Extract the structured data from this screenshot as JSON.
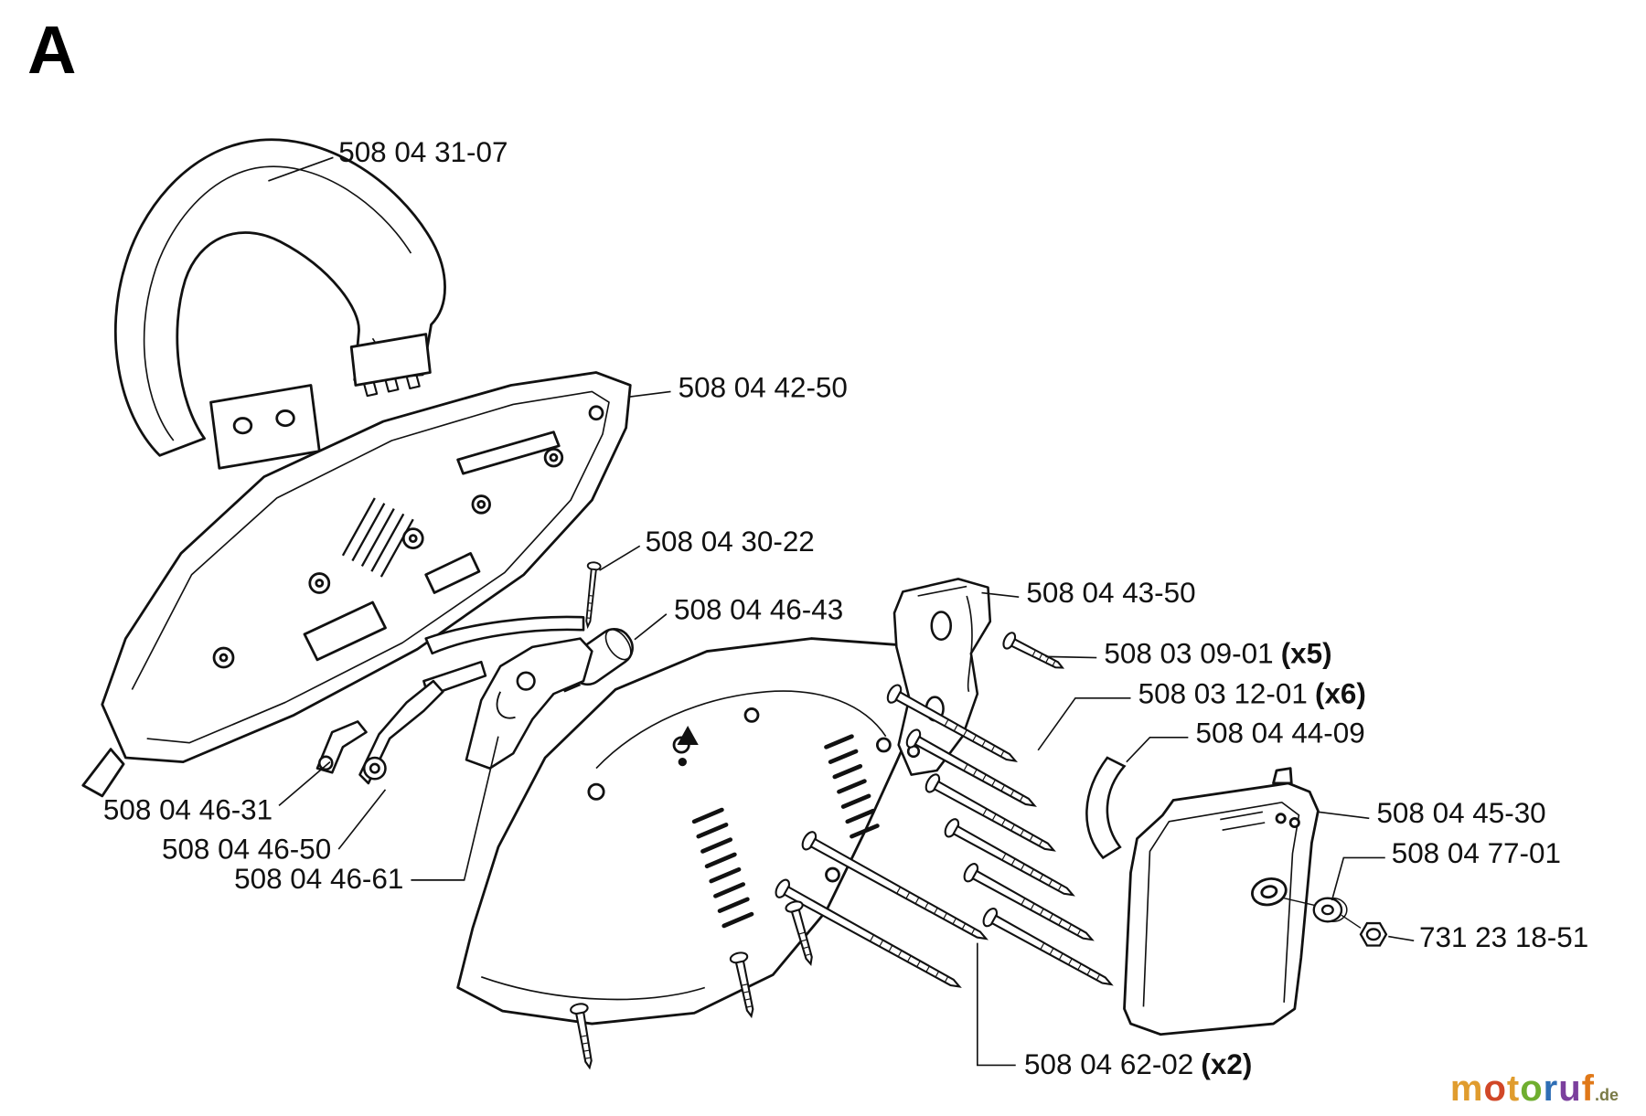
{
  "page": {
    "section_letter": "A",
    "background": "#ffffff"
  },
  "diagram": {
    "type": "exploded-parts-diagram",
    "line_color": "#111111",
    "labels": [
      {
        "text": "508 04 31-07",
        "qty": ""
      },
      {
        "text": "508 04 42-50",
        "qty": ""
      },
      {
        "text": "508 04 30-22",
        "qty": ""
      },
      {
        "text": "508 04 46-43",
        "qty": ""
      },
      {
        "text": "508 04 43-50",
        "qty": ""
      },
      {
        "text": "508 03 09-01",
        "qty": "(x5)"
      },
      {
        "text": "508 03 12-01",
        "qty": "(x6)"
      },
      {
        "text": "508 04 44-09",
        "qty": ""
      },
      {
        "text": "508 04 45-30",
        "qty": ""
      },
      {
        "text": "508 04 77-01",
        "qty": ""
      },
      {
        "text": "731 23 18-51",
        "qty": ""
      },
      {
        "text": "508 04 46-31",
        "qty": ""
      },
      {
        "text": "508 04 46-50",
        "qty": ""
      },
      {
        "text": "508 04 46-61",
        "qty": ""
      },
      {
        "text": "508 04 62-02",
        "qty": "(x2)"
      }
    ]
  },
  "watermark": {
    "letters": [
      {
        "char": "m",
        "color": "#e09c2e"
      },
      {
        "char": "o",
        "color": "#d14727"
      },
      {
        "char": "t",
        "color": "#e09c2e"
      },
      {
        "char": "o",
        "color": "#6fae2f"
      },
      {
        "char": "r",
        "color": "#2e6eb5"
      },
      {
        "char": "u",
        "color": "#7b3f9d"
      },
      {
        "char": "f",
        "color": "#e07818"
      }
    ],
    "suffix": ".de",
    "suffix_color": "#7a7a46"
  }
}
